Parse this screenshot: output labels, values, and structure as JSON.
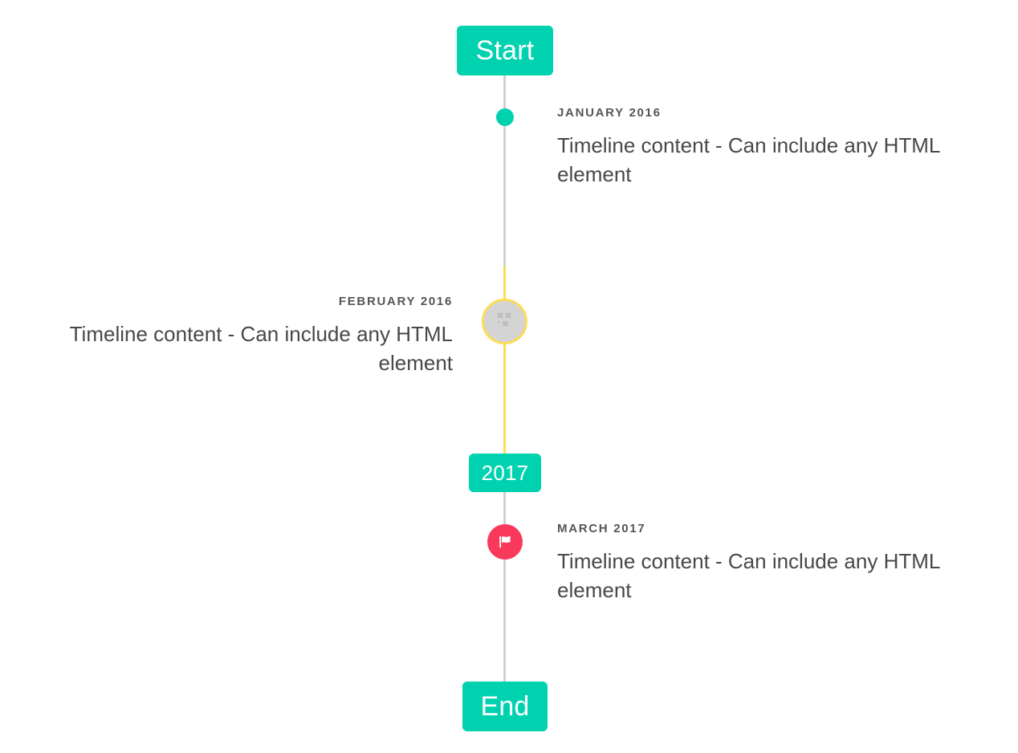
{
  "timeline": {
    "colors": {
      "accent_teal": "#00d2b0",
      "rail_gray": "#cfcfcf",
      "rail_yellow": "#fcdc55",
      "marker_gray": "#d4d4d4",
      "flag_pink": "#f8395c",
      "date_text": "#555555",
      "body_text": "#484848",
      "background": "#ffffff"
    },
    "caps": {
      "start": "Start",
      "year": "2017",
      "end": "End"
    },
    "events": [
      {
        "id": "january-2016",
        "date": "January 2016",
        "body": "Timeline content - Can include any HTML element",
        "side": "right",
        "marker": "dot"
      },
      {
        "id": "february-2016",
        "date": "February 2016",
        "body": "Timeline content - Can include any HTML element",
        "side": "left",
        "marker": "image-circle"
      },
      {
        "id": "march-2017",
        "date": "March 2017",
        "body": "Timeline content - Can include any HTML element",
        "side": "right",
        "marker": "flag"
      }
    ]
  }
}
